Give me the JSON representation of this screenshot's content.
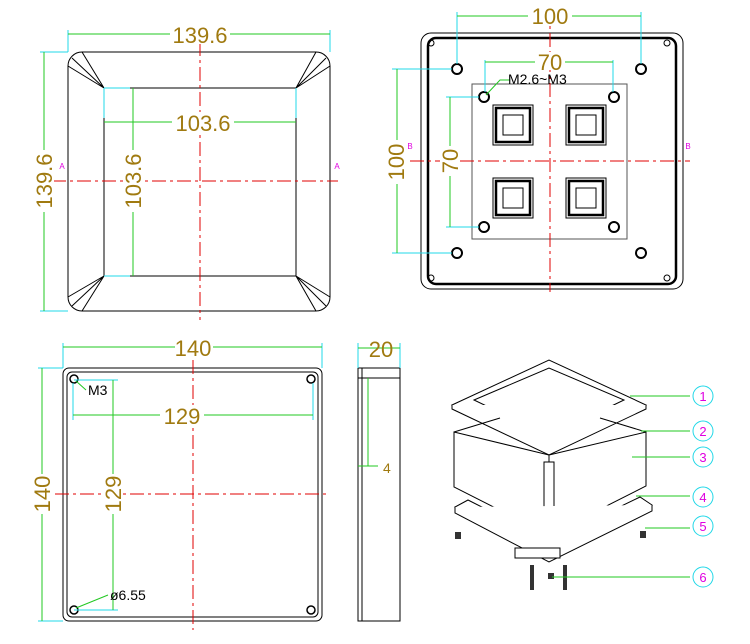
{
  "top_view": {
    "width_dim": "139.6",
    "height_dim": "139.6",
    "inner_width_dim": "103.6",
    "inner_height_dim": "103.6",
    "section_marker": "A"
  },
  "bottom_view": {
    "hole_spacing_x": "100",
    "hole_spacing_y": "100",
    "pcb_hole_spacing_x": "70",
    "pcb_hole_spacing_y": "70",
    "screw_note": "M2.6~M3",
    "section_marker": "B"
  },
  "base_view": {
    "width_dim": "140",
    "height_dim": "140",
    "inner_width_dim": "129",
    "inner_height_dim": "129",
    "screw_note": "M3",
    "hole_note": "ø6.55"
  },
  "side_view": {
    "thickness_dim": "20",
    "step_dim": "4"
  },
  "exploded_view": {
    "balloons": [
      "1",
      "2",
      "3",
      "4",
      "5",
      "6"
    ]
  }
}
